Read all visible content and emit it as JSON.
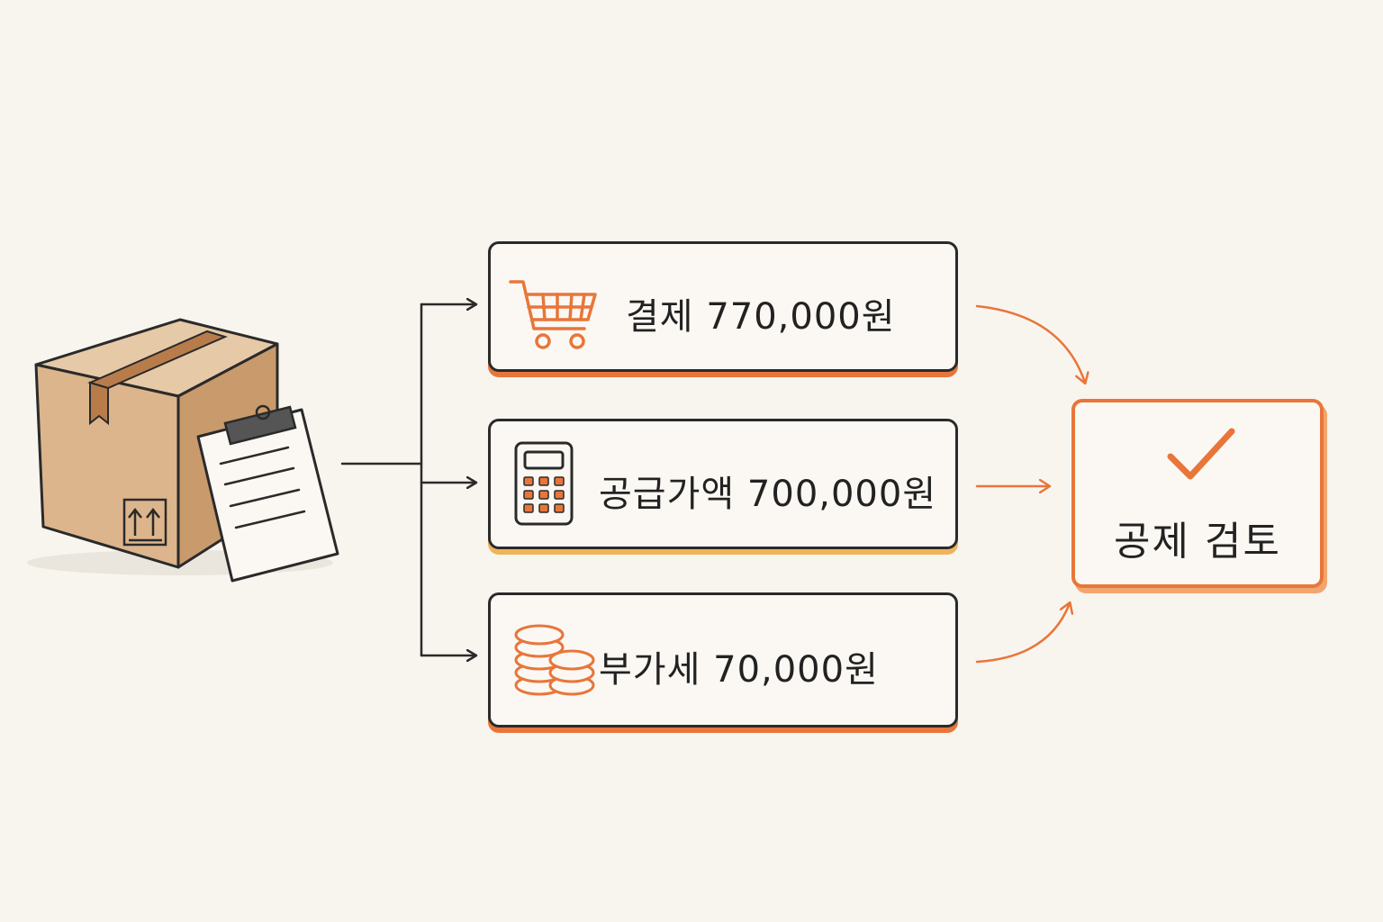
{
  "diagram": {
    "source": {
      "box_icon": "package-box-icon",
      "document_icon": "clipboard-icon"
    },
    "items": [
      {
        "icon": "shopping-cart-icon",
        "label": "결제 770,000원"
      },
      {
        "icon": "calculator-icon",
        "label": "공급가액 700,000원"
      },
      {
        "icon": "coins-icon",
        "label": "부가세  70,000원"
      }
    ],
    "result": {
      "icon": "checkmark-icon",
      "label": "공제 검토"
    },
    "colors": {
      "accent": "#e8763a",
      "accent_light": "#efb35a",
      "ink": "#2a2a2a",
      "background": "#f8f5ef",
      "box": "#d9b48a"
    }
  }
}
